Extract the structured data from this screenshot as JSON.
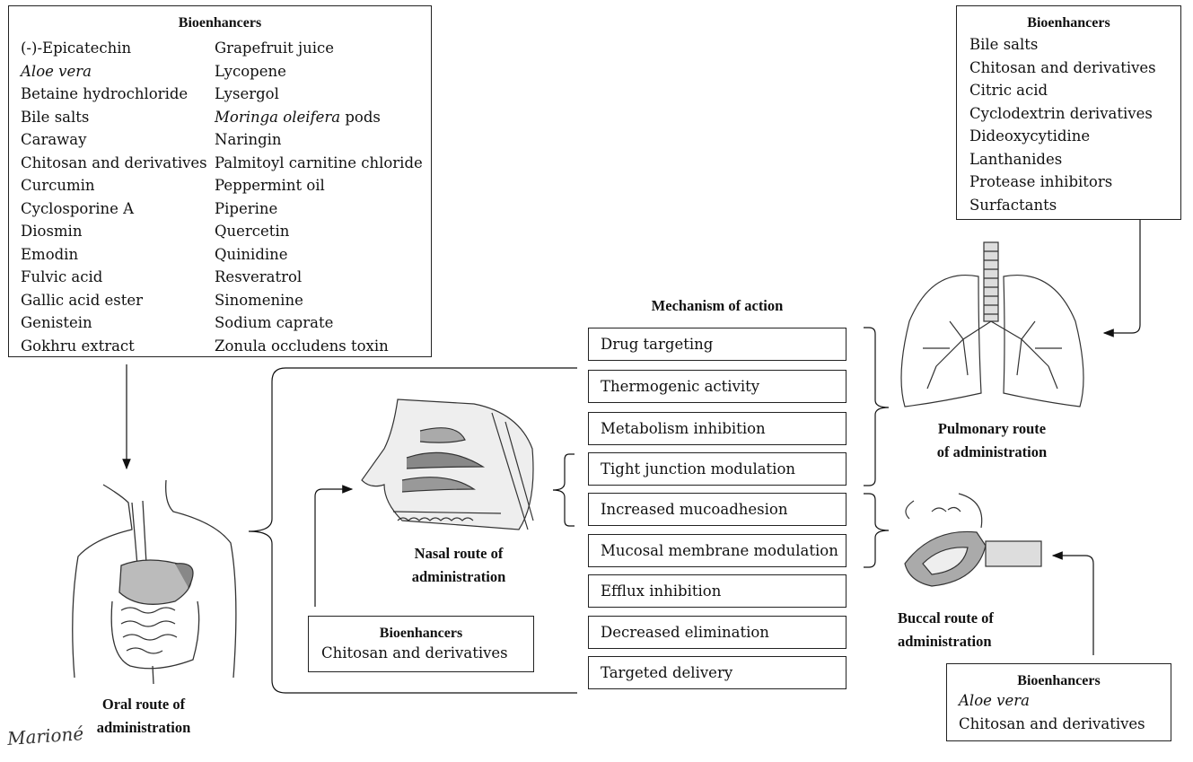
{
  "oral_box": {
    "title": "Bioenhancers",
    "left_items": [
      "(-)-Epicatechin",
      "Aloe vera",
      "Betaine hydrochloride",
      "Bile salts",
      "Caraway",
      "Chitosan and derivatives",
      "Curcumin",
      "Cyclosporine A",
      "Diosmin",
      "Emodin",
      "Fulvic acid",
      "Gallic acid ester",
      "Genistein",
      "Gokhru extract"
    ],
    "right_items": [
      "Grapefruit juice",
      "Lycopene",
      "Lysergol",
      "Moringa oleifera",
      "Naringin",
      "Palmitoyl carnitine chloride",
      "Peppermint oil",
      "Piperine",
      "Quercetin",
      "Quinidine",
      "Resveratrol",
      "Sinomenine",
      "Sodium caprate",
      "Zonula occludens toxin"
    ],
    "moringa_suffix": " pods"
  },
  "pulmonary_box": {
    "title": "Bioenhancers",
    "items": [
      "Bile salts",
      "Chitosan and derivatives",
      "Citric acid",
      "Cyclodextrin derivatives",
      "Dideoxycytidine",
      "Lanthanides",
      "Protease inhibitors",
      "Surfactants"
    ]
  },
  "nasal_box": {
    "title": "Bioenhancers",
    "items": [
      "Chitosan and derivatives"
    ]
  },
  "buccal_box": {
    "title": "Bioenhancers",
    "items": [
      "Aloe vera",
      "Chitosan and derivatives"
    ]
  },
  "mechanism": {
    "title": "Mechanism of action",
    "items": [
      "Drug targeting",
      "Thermogenic activity",
      "Metabolism inhibition",
      "Tight junction modulation",
      "Increased mucoadhesion",
      "Mucosal membrane modulation",
      "Efflux inhibition",
      "Decreased elimination",
      "Targeted delivery"
    ]
  },
  "routes": {
    "oral": [
      "Oral route of",
      "administration"
    ],
    "nasal": [
      "Nasal route of",
      "administration"
    ],
    "pulmonary": [
      "Pulmonary route",
      "of administration"
    ],
    "buccal": [
      "Buccal route of",
      "administration"
    ]
  },
  "signature": "Marioné"
}
